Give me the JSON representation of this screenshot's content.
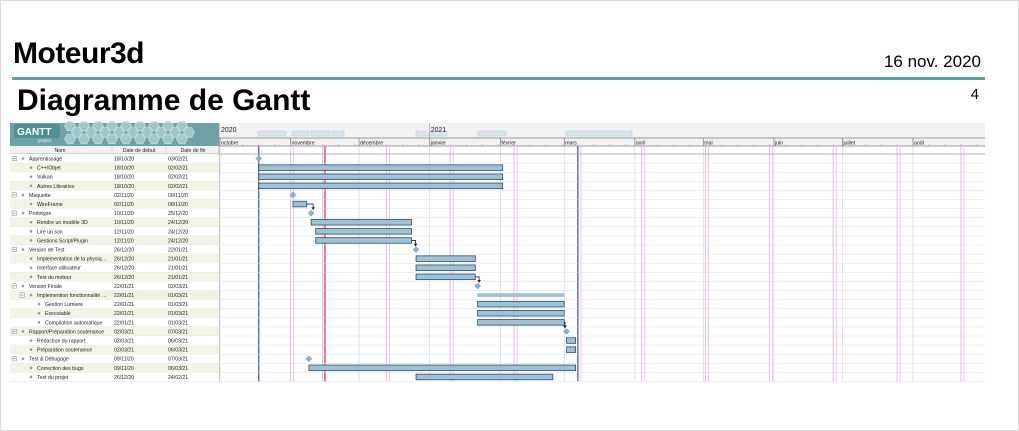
{
  "header": {
    "title": "Moteur3d",
    "date": "16 nov. 2020",
    "subtitle": "Diagramme de Gantt",
    "page_number": "4"
  },
  "logo": {
    "text": "GANTT",
    "sub": "project"
  },
  "table_headers": {
    "name": "Nom",
    "start": "Date de début",
    "end": "Date de fin"
  },
  "colors": {
    "bar": "#9ec1d8",
    "bar_border": "#2b4d6b",
    "teal": "#5f9ea0",
    "today_line": "#e03c31",
    "month_line": "#3b4cc0",
    "weekend": "#e7b8e7"
  },
  "chart_data": {
    "type": "gantt",
    "year_labels": [
      "2020",
      "2021"
    ],
    "month_labels": [
      "octobre",
      "novembre",
      "décembre",
      "janvier",
      "février",
      "mars",
      "avril",
      "mai",
      "juin",
      "juillet",
      "août"
    ],
    "today": "2020-11-16",
    "tasks": [
      {
        "name": "Apprentissage",
        "start": "18/10/20",
        "end": "03/02/21",
        "level": 0,
        "group": true,
        "milestone": true
      },
      {
        "name": "C++/Objet",
        "start": "18/10/20",
        "end": "02/02/21",
        "level": 1
      },
      {
        "name": "Vulkan",
        "start": "18/10/20",
        "end": "02/02/21",
        "level": 1
      },
      {
        "name": "Autres Librairies",
        "start": "18/10/20",
        "end": "02/02/21",
        "level": 1
      },
      {
        "name": "Maquette",
        "start": "02/11/20",
        "end": "09/11/20",
        "level": 0,
        "group": true,
        "milestone": true
      },
      {
        "name": "WireFrame",
        "start": "02/11/20",
        "end": "08/11/20",
        "level": 1
      },
      {
        "name": "Prototype",
        "start": "10/11/20",
        "end": "25/12/20",
        "level": 0,
        "group": true,
        "milestone": true
      },
      {
        "name": "Rendre un modèle 3D",
        "start": "10/11/20",
        "end": "24/12/20",
        "level": 1
      },
      {
        "name": "Lire un son",
        "start": "12/11/20",
        "end": "24/12/20",
        "level": 1
      },
      {
        "name": "Gestions Script/Plugin",
        "start": "12/11/20",
        "end": "24/12/20",
        "level": 1
      },
      {
        "name": "Version de Test",
        "start": "26/12/20",
        "end": "22/01/21",
        "level": 0,
        "group": true,
        "milestone": true
      },
      {
        "name": "Implementation de la physiq…",
        "start": "26/12/20",
        "end": "21/01/21",
        "level": 1
      },
      {
        "name": "Interface utilisateur",
        "start": "26/12/20",
        "end": "21/01/21",
        "level": 1
      },
      {
        "name": "Test du moteur",
        "start": "26/12/20",
        "end": "21/01/21",
        "level": 1
      },
      {
        "name": "Version Finale",
        "start": "22/01/21",
        "end": "02/03/21",
        "level": 0,
        "group": true,
        "milestone": true
      },
      {
        "name": "Implemention fonctionnalité …",
        "start": "22/01/21",
        "end": "01/03/21",
        "level": 1,
        "group": true,
        "summary": true
      },
      {
        "name": "Gestion Lumiere",
        "start": "22/01/21",
        "end": "01/03/21",
        "level": 2
      },
      {
        "name": "Executable",
        "start": "22/01/21",
        "end": "01/03/21",
        "level": 2
      },
      {
        "name": "Compilation automatique",
        "start": "22/01/21",
        "end": "01/03/21",
        "level": 2
      },
      {
        "name": "Rapport/Préparation soutenance",
        "start": "02/03/21",
        "end": "07/03/21",
        "level": 0,
        "group": true,
        "milestone": true
      },
      {
        "name": "Rédaction du rapport",
        "start": "02/03/21",
        "end": "06/03/21",
        "level": 1
      },
      {
        "name": "Préparation soutenance",
        "start": "02/03/21",
        "end": "06/03/21",
        "level": 1
      },
      {
        "name": "Test & Débugage",
        "start": "09/11/20",
        "end": "07/03/21",
        "level": 0,
        "group": true,
        "milestone": true
      },
      {
        "name": "Correction des bugs",
        "start": "09/11/20",
        "end": "06/03/21",
        "level": 1
      },
      {
        "name": "Test du projet",
        "start": "26/12/20",
        "end": "24/02/21",
        "level": 1
      }
    ]
  }
}
